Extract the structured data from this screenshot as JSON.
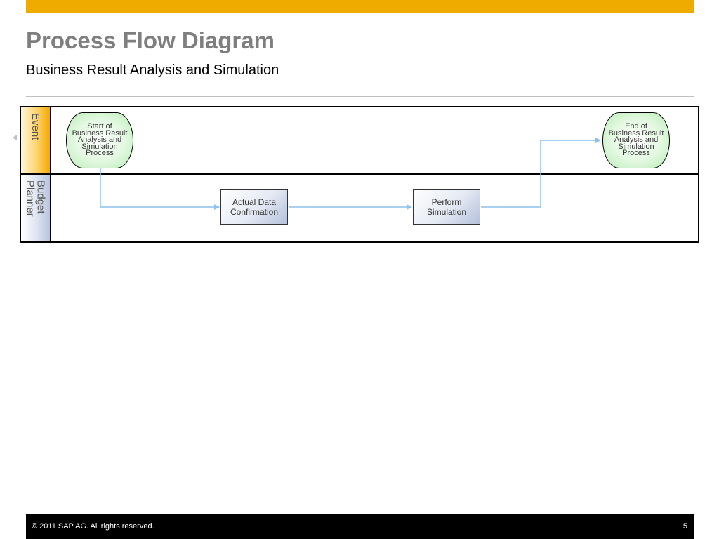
{
  "header": {
    "title": "Process Flow Diagram",
    "subtitle": "Business Result Analysis and Simulation"
  },
  "lanes": [
    {
      "label": "Event"
    },
    {
      "label": "Budget\nPlanner"
    }
  ],
  "nodes": {
    "start": "Start of\nBusiness Result\nAnalysis and\nSimulation\nProcess",
    "end": "End of\nBusiness Result\nAnalysis and\nSimulation\nProcess",
    "task1": "Actual Data\nConfirmation",
    "task2": "Perform\nSimulation"
  },
  "colors": {
    "accent_bar": "#f0ab00",
    "connector": "#8ec1ec",
    "title_gray": "#7f7f7f"
  },
  "footer": {
    "copyright": "©  2011 SAP AG. All rights reserved.",
    "page_number": "5"
  }
}
